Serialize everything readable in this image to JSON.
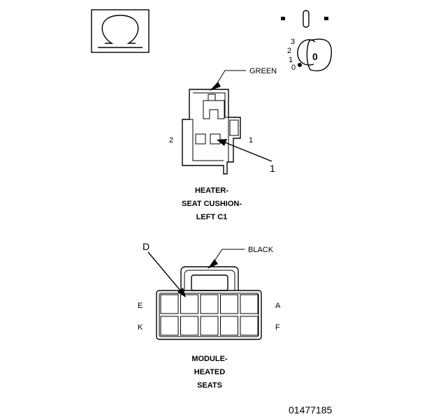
{
  "ignition_key": {
    "positions": [
      "3",
      "2",
      "1",
      "0"
    ],
    "key_label": "0"
  },
  "connector_c1": {
    "wire_color_label": "GREEN",
    "pin_left_label": "2",
    "pin_right_label": "1",
    "callout_label": "1",
    "caption_lines": [
      "HEATER-",
      "SEAT CUSHION-",
      "LEFT C1"
    ]
  },
  "connector_module": {
    "wire_color_label": "BLACK",
    "callout_label": "D",
    "row_top_left": "E",
    "row_top_right": "A",
    "row_bottom_left": "K",
    "row_bottom_right": "F",
    "caption_lines": [
      "MODULE-",
      "HEATED",
      "SEATS"
    ]
  },
  "figure_id": "01477185"
}
